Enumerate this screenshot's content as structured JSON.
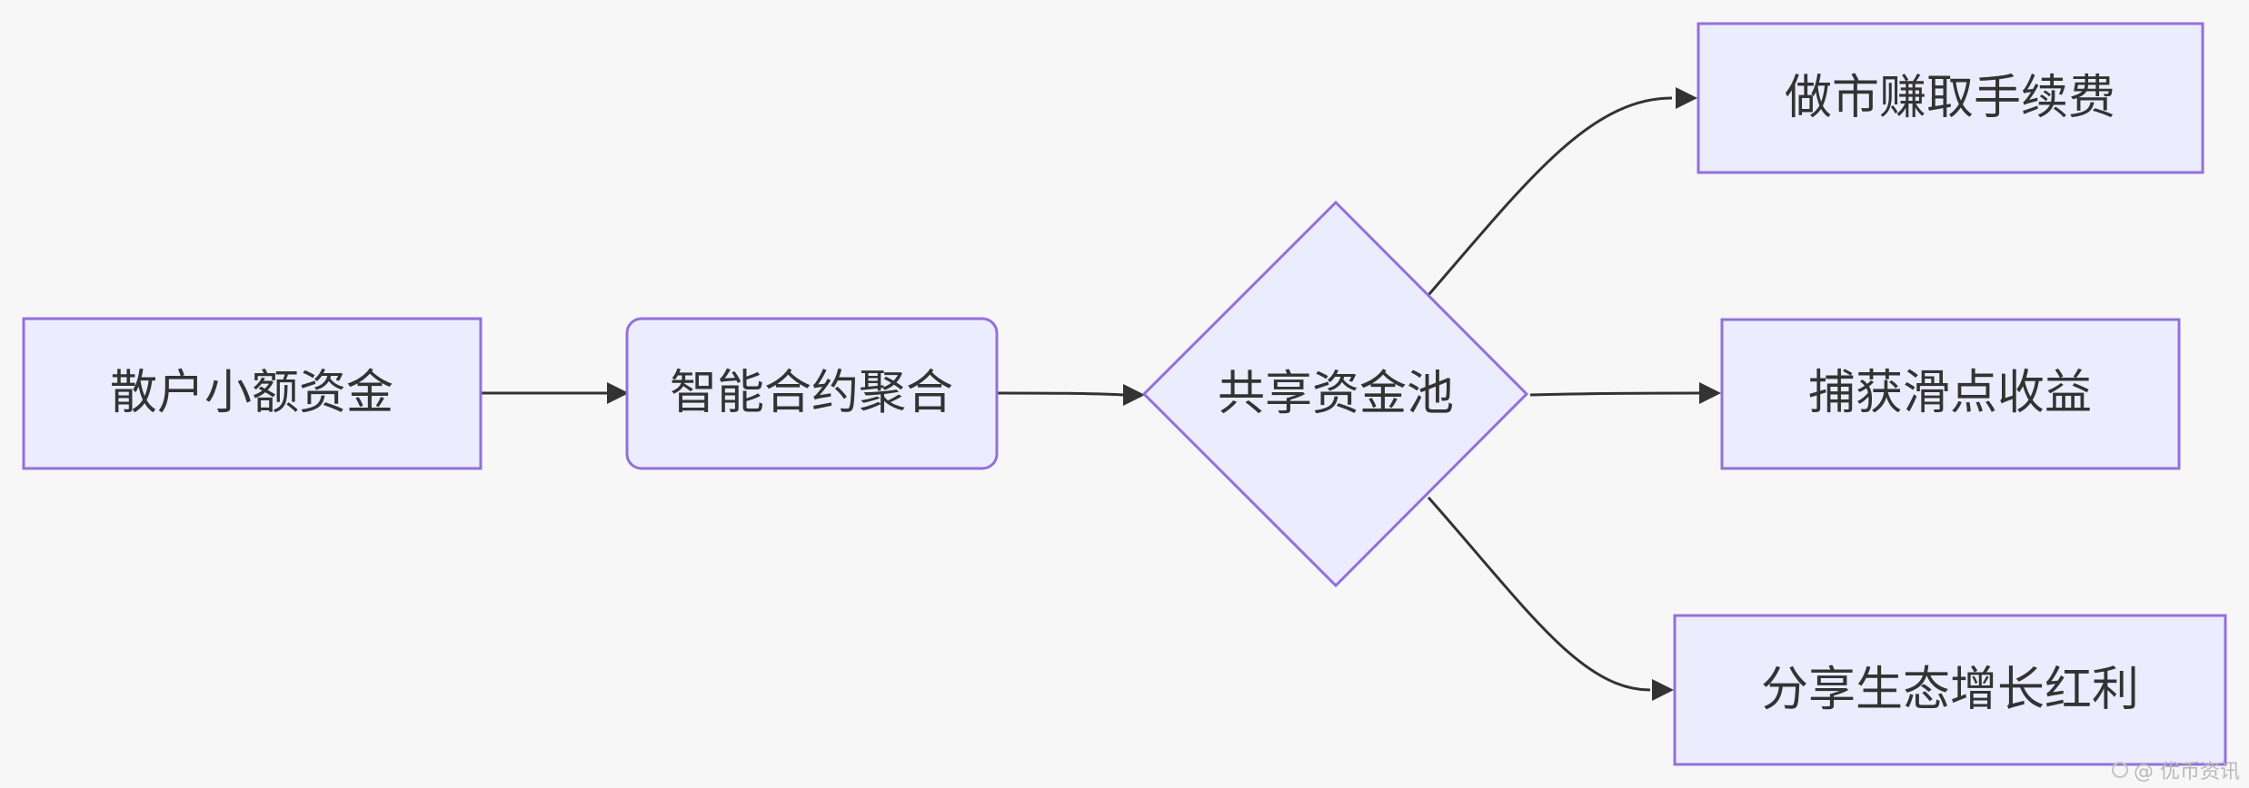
{
  "nodes": {
    "retail_funds": {
      "label": "散户小额资金",
      "shape": "rect"
    },
    "contract_aggregation": {
      "label": "智能合约聚合",
      "shape": "rounded-rect"
    },
    "shared_pool": {
      "label": "共享资金池",
      "shape": "diamond"
    },
    "market_making": {
      "label": "做市赚取手续费",
      "shape": "rect"
    },
    "slippage_capture": {
      "label": "捕获滑点收益",
      "shape": "rect"
    },
    "ecosystem_dividend": {
      "label": "分享生态增长红利",
      "shape": "rect"
    }
  },
  "edges": [
    {
      "from": "retail_funds",
      "to": "contract_aggregation"
    },
    {
      "from": "contract_aggregation",
      "to": "shared_pool"
    },
    {
      "from": "shared_pool",
      "to": "market_making"
    },
    {
      "from": "shared_pool",
      "to": "slippage_capture"
    },
    {
      "from": "shared_pool",
      "to": "ecosystem_dividend"
    }
  ],
  "colors": {
    "node_fill": "#ececff",
    "node_stroke": "#9370db",
    "edge": "#333333",
    "text": "#333333",
    "background": "#f7f7f7"
  },
  "watermark": {
    "text": "@ 优币资讯",
    "icon": "logo-icon"
  }
}
